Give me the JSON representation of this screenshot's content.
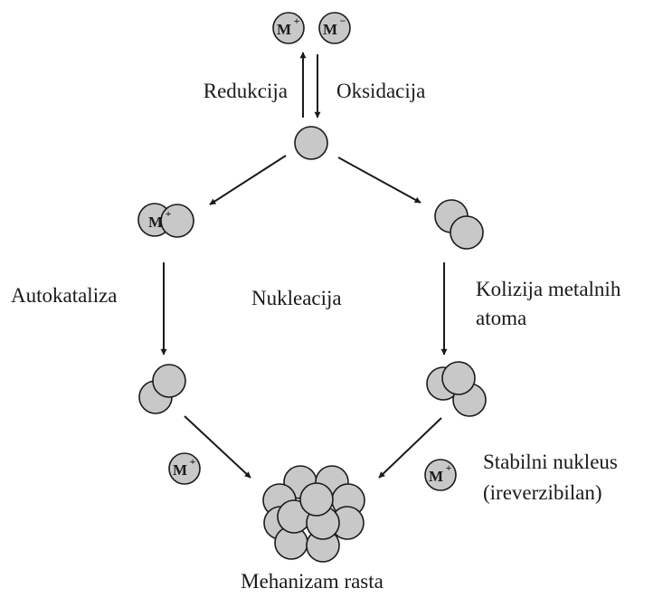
{
  "diagram": {
    "labels": {
      "reduction": "Redukcija",
      "oxidation": "Oksidacija",
      "autocatalysis": "Autokataliza",
      "nucleation": "Nukleacija",
      "collision_line1": "Kolizija metalnih",
      "collision_line2": "atoma",
      "stable_line1": "Stabilni nukleus",
      "stable_line2": "(ireverzibilan)",
      "growth": "Mehanizam rasta"
    },
    "ions": {
      "top_cation": {
        "symbol": "M",
        "charge": "+"
      },
      "top_anion": {
        "symbol": "M",
        "charge": "−"
      },
      "dimer_cation": {
        "symbol": "M",
        "charge": "+"
      },
      "left_cation": {
        "symbol": "M",
        "charge": "+"
      },
      "right_cation": {
        "symbol": "M",
        "charge": "+"
      }
    },
    "colors": {
      "atom_fill": "#c8c8c8",
      "stroke": "#1a1a1a",
      "background": "#ffffff"
    }
  }
}
